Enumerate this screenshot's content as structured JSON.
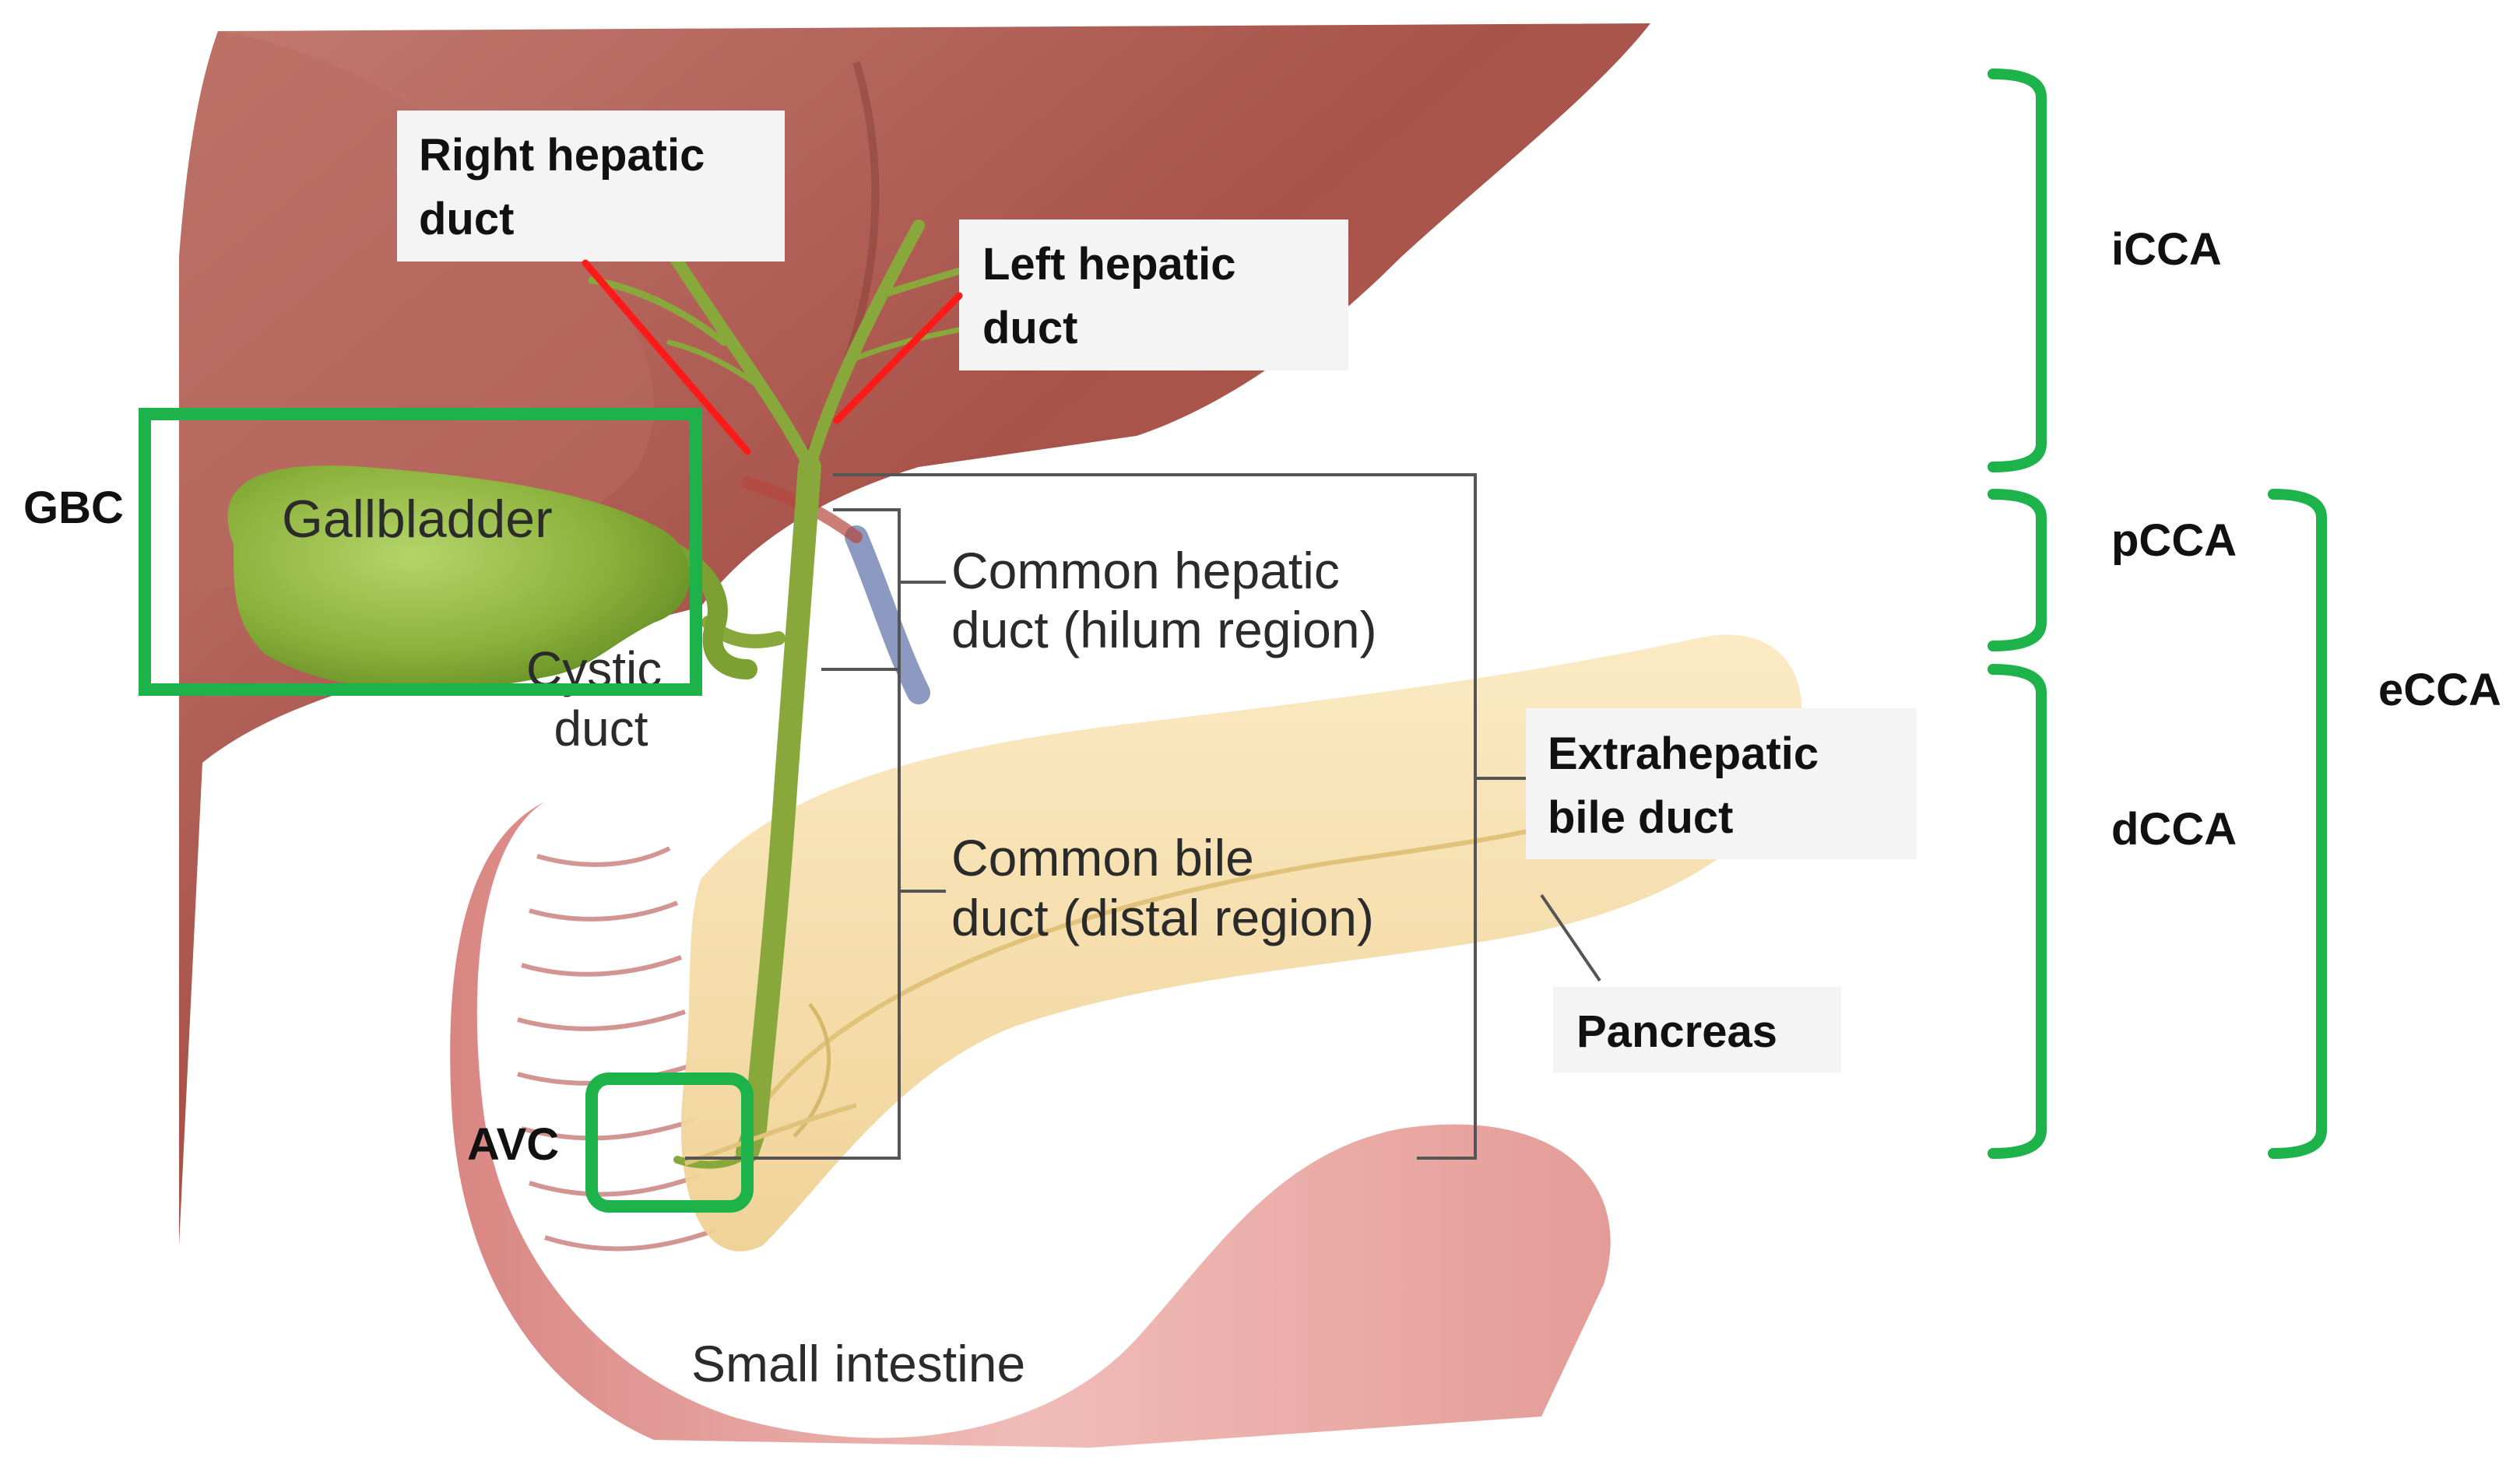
{
  "illustration": {
    "labels": {
      "gallbladder": "Gallbladder",
      "cystic_duct": [
        "Cystic",
        "duct"
      ],
      "common_hepatic_duct": [
        "Common hepatic",
        "duct (hilum region)"
      ],
      "common_bile_duct": [
        "Common bile",
        "duct (distal region)"
      ],
      "small_intestine": "Small intestine"
    }
  },
  "callouts": {
    "right_hepatic_duct": [
      "Right hepatic",
      "duct"
    ],
    "left_hepatic_duct": [
      "Left hepatic",
      "duct"
    ],
    "extrahepatic_bile_duct": [
      "Extrahepatic",
      "bile duct"
    ],
    "pancreas": "Pancreas"
  },
  "regions": {
    "gbc": "GBC",
    "avc": "AVC",
    "icca": "iCCA",
    "pcca": "pCCA",
    "dcca": "dCCA",
    "ecca": "eCCA"
  },
  "colors": {
    "highlight_green": "#1db34a",
    "pointer_red": "#ff1a1a",
    "liver": "#a8534a",
    "gallbladder": "#86ad35",
    "pancreas": "#f4dca0",
    "intestine": "#e9a7a4"
  }
}
